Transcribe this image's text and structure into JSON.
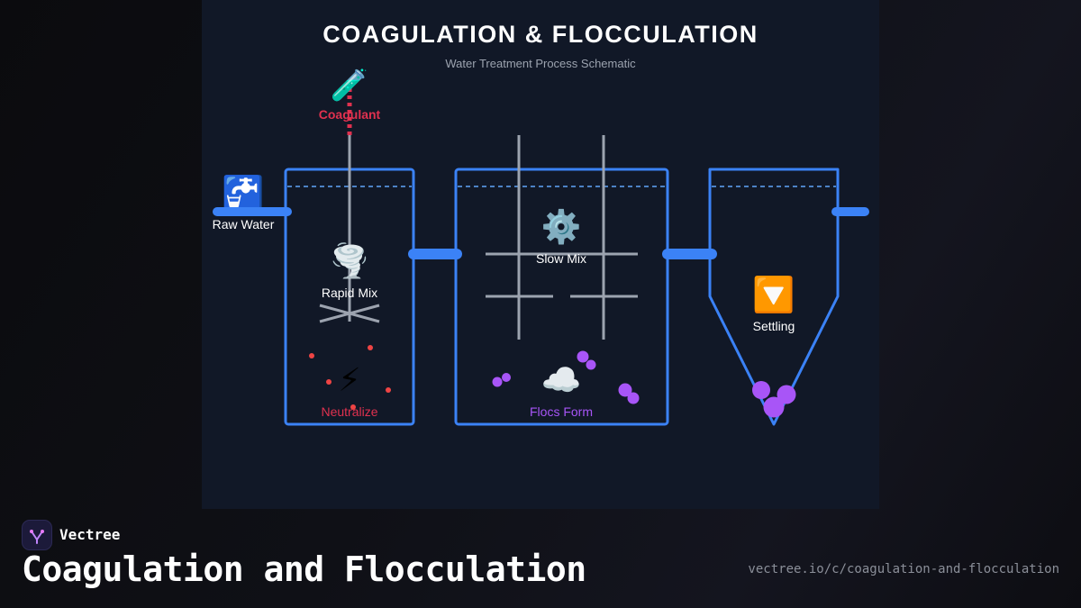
{
  "diagram": {
    "title": "COAGULATION & FLOCCULATION",
    "subtitle": "Water Treatment Process Schematic",
    "coagulant": {
      "icon": "🧪",
      "icon_name": "test-tube-icon",
      "label": "Coagulant"
    },
    "inlet": {
      "icon": "🚰",
      "icon_name": "water-tap-icon",
      "label": "Raw Water"
    },
    "stage1": {
      "icon": "🌪️",
      "icon_name": "tornado-icon",
      "label": "Rapid Mix",
      "effect_icon": "⚡",
      "effect_icon_name": "lightning-icon",
      "effect_label": "Neutralize"
    },
    "stage2": {
      "icon": "⚙️",
      "icon_name": "gear-icon",
      "label": "Slow Mix",
      "effect_icon": "☁️",
      "effect_icon_name": "cloud-icon",
      "effect_label": "Flocs Form"
    },
    "stage3": {
      "icon": "🔽",
      "icon_name": "down-arrow-icon",
      "label": "Settling"
    },
    "colors": {
      "tank": "#3b82f6",
      "coagulant": "#e0314f",
      "floc": "#a855f7",
      "shaft": "#9ca3af",
      "panel": "#111827"
    }
  },
  "footer": {
    "brand": "Vectree",
    "title": "Coagulation and Flocculation",
    "url": "vectree.io/c/coagulation-and-flocculation"
  }
}
